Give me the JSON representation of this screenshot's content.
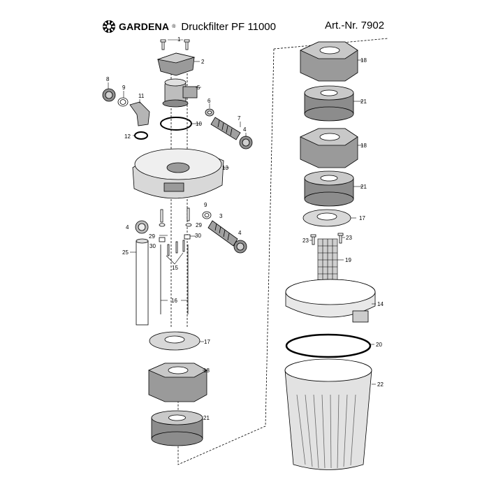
{
  "header": {
    "brand": "GARDENA",
    "registered": "®",
    "product_title": "Druckfilter PF 11000",
    "article_number": "Art.-Nr. 7902"
  },
  "parts": [
    {
      "id": "label-1",
      "number": "1"
    },
    {
      "id": "label-2",
      "number": "2"
    },
    {
      "id": "label-3",
      "number": "3"
    },
    {
      "id": "label-4a",
      "number": "4"
    },
    {
      "id": "label-4b",
      "number": "4"
    },
    {
      "id": "label-4c",
      "number": "4"
    },
    {
      "id": "label-5",
      "number": "5"
    },
    {
      "id": "label-6",
      "number": "6"
    },
    {
      "id": "label-7",
      "number": "7"
    },
    {
      "id": "label-8",
      "number": "8"
    },
    {
      "id": "label-9a",
      "number": "9"
    },
    {
      "id": "label-9b",
      "number": "9"
    },
    {
      "id": "label-10",
      "number": "10"
    },
    {
      "id": "label-11",
      "number": "11"
    },
    {
      "id": "label-12",
      "number": "12"
    },
    {
      "id": "label-13",
      "number": "13"
    },
    {
      "id": "label-14",
      "number": "14"
    },
    {
      "id": "label-15",
      "number": "15"
    },
    {
      "id": "label-16",
      "number": "16"
    },
    {
      "id": "label-17a",
      "number": "17"
    },
    {
      "id": "label-17b",
      "number": "17"
    },
    {
      "id": "label-18a",
      "number": "18"
    },
    {
      "id": "label-18b",
      "number": "18"
    },
    {
      "id": "label-18c",
      "number": "18"
    },
    {
      "id": "label-19",
      "number": "19"
    },
    {
      "id": "label-20",
      "number": "20"
    },
    {
      "id": "label-21a",
      "number": "21"
    },
    {
      "id": "label-21b",
      "number": "21"
    },
    {
      "id": "label-21c",
      "number": "21"
    },
    {
      "id": "label-22",
      "number": "22"
    },
    {
      "id": "label-23a",
      "number": "23"
    },
    {
      "id": "label-23b",
      "number": "23"
    },
    {
      "id": "label-25",
      "number": "25"
    },
    {
      "id": "label-29a",
      "number": "29"
    },
    {
      "id": "label-29b",
      "number": "29"
    },
    {
      "id": "label-30a",
      "number": "30"
    },
    {
      "id": "label-30b",
      "number": "30"
    }
  ]
}
